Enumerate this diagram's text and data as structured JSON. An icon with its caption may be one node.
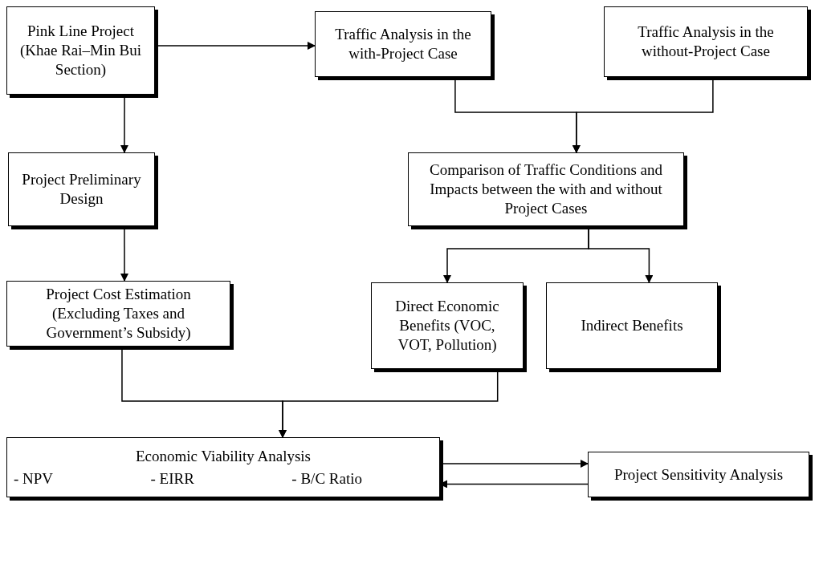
{
  "diagram": {
    "nodes": [
      {
        "text": [
          "Pink Line Project (Khae Rai–Min Bui Section)"
        ]
      },
      {
        "text": [
          "Traffic Analysis in the with-Project Case"
        ]
      },
      {
        "text": [
          "Traffic Analysis in the without-Project Case"
        ]
      },
      {
        "text": [
          "Project Preliminary Design"
        ]
      },
      {
        "text": [
          "Comparison of Traffic Conditions and Impacts between the with and without Project Cases"
        ]
      },
      {
        "text": [
          "Project Cost Estimation (Excluding Taxes and Government’s Subsidy)"
        ]
      },
      {
        "text": [
          "Direct Economic Benefits (VOC, VOT, Pollution)"
        ]
      },
      {
        "text": [
          "Indirect Benefits"
        ]
      },
      {
        "text": [
          "Economic Viability Analysis",
          "- NPV",
          "- EIRR",
          "- B/C Ratio"
        ]
      },
      {
        "text": [
          "Project Sensitivity Analysis"
        ]
      }
    ],
    "edges": [
      {
        "from": 0,
        "to": 1,
        "arrow": "to"
      },
      {
        "from": 0,
        "to": 3,
        "arrow": "to"
      },
      {
        "from": 1,
        "to": 4,
        "arrow": "to"
      },
      {
        "from": 2,
        "to": 4,
        "arrow": "to"
      },
      {
        "from": 3,
        "to": 5,
        "arrow": "to"
      },
      {
        "from": 4,
        "to": 6,
        "arrow": "to"
      },
      {
        "from": 4,
        "to": 7,
        "arrow": "to"
      },
      {
        "from": 5,
        "to": 8,
        "arrow": "to"
      },
      {
        "from": 6,
        "to": 8,
        "arrow": "to"
      },
      {
        "from": 8,
        "to": 9,
        "arrow": "to"
      },
      {
        "from": 9,
        "to": 8,
        "arrow": "to"
      }
    ]
  }
}
